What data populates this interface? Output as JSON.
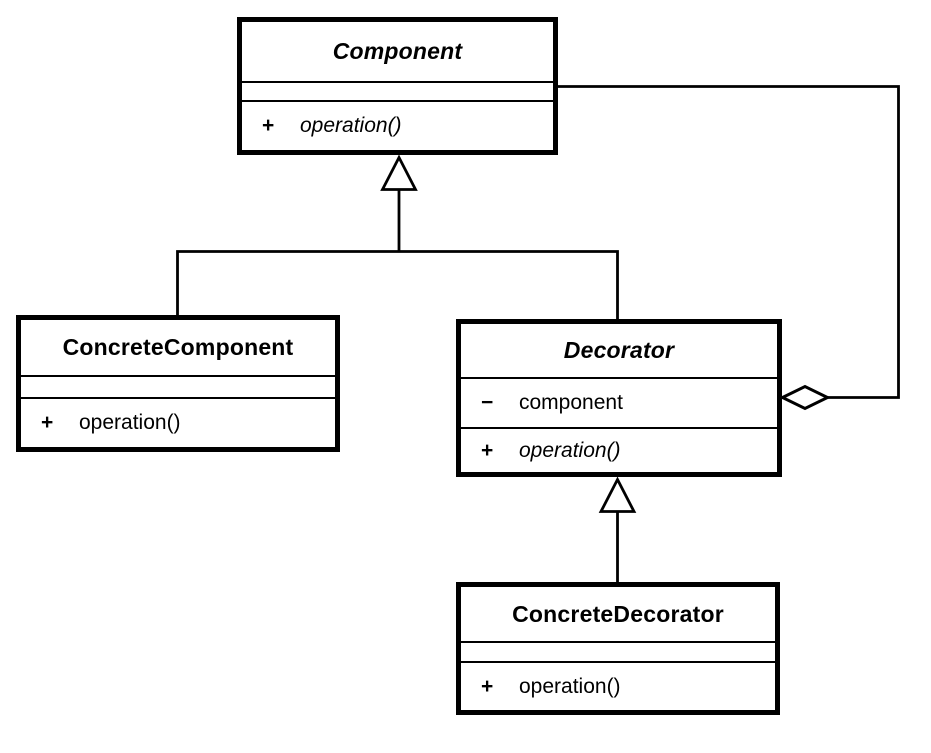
{
  "diagram": {
    "kind": "uml-class-diagram",
    "pattern": "Decorator",
    "colors": {
      "line": "#000000",
      "box_fill": "#ffffff",
      "background": "#ffffff"
    },
    "classes": [
      {
        "id": "component",
        "name": "Component",
        "abstract": true,
        "attributes": [],
        "operations": [
          {
            "visibility": "+",
            "signature": "operation()",
            "abstract": true
          }
        ]
      },
      {
        "id": "concrete-component",
        "name": "ConcreteComponent",
        "abstract": false,
        "attributes": [],
        "operations": [
          {
            "visibility": "+",
            "signature": "operation()",
            "abstract": false
          }
        ]
      },
      {
        "id": "decorator",
        "name": "Decorator",
        "abstract": true,
        "attributes": [
          {
            "visibility": "−",
            "name": "component"
          }
        ],
        "operations": [
          {
            "visibility": "+",
            "signature": "operation()",
            "abstract": true
          }
        ]
      },
      {
        "id": "concrete-decorator",
        "name": "ConcreteDecorator",
        "abstract": false,
        "attributes": [],
        "operations": [
          {
            "visibility": "+",
            "signature": "operation()",
            "abstract": false
          }
        ]
      }
    ],
    "relationships": [
      {
        "type": "generalization",
        "from": "ConcreteComponent",
        "to": "Component",
        "marker": "hollow-triangle"
      },
      {
        "type": "generalization",
        "from": "Decorator",
        "to": "Component",
        "marker": "hollow-triangle"
      },
      {
        "type": "generalization",
        "from": "ConcreteDecorator",
        "to": "Decorator",
        "marker": "hollow-triangle"
      },
      {
        "type": "aggregation",
        "whole": "Decorator",
        "part": "Component",
        "marker": "hollow-diamond"
      }
    ]
  }
}
